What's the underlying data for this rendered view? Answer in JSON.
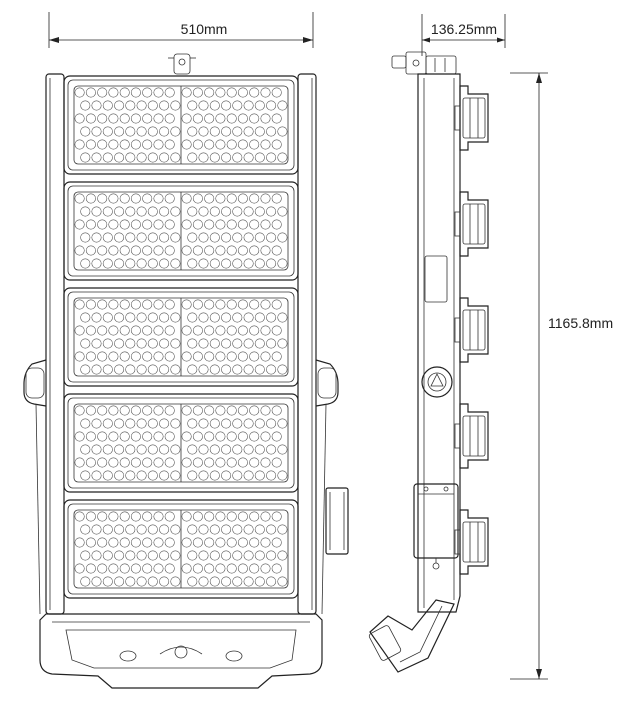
{
  "dimensions": {
    "width_label": "510mm",
    "depth_label": "136.25mm",
    "height_label": "1165.8mm"
  },
  "front_view": {
    "module_count": 5
  },
  "side_view": {
    "head_count": 5
  }
}
